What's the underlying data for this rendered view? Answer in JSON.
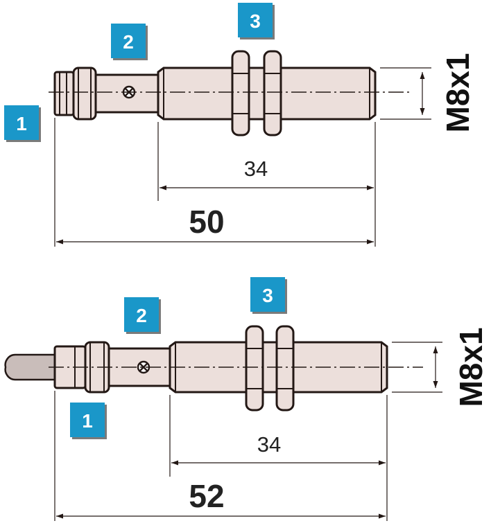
{
  "colors": {
    "badge_fill": "#1a97c9",
    "badge_shadow": "#7a7a7a",
    "body_fill": "#ecdfdb",
    "outline": "#231815",
    "dimension_line": "#231815",
    "cable_fill": "#c9bdba"
  },
  "sensors": [
    {
      "connection": "plug",
      "badges": {
        "connector": "1",
        "body": "2",
        "nuts": "3"
      },
      "thread_size": "M8x1",
      "thread_length": "34",
      "total_length": "50"
    },
    {
      "connection": "cable",
      "badges": {
        "connector": "1",
        "body": "2",
        "nuts": "3"
      },
      "thread_size": "M8x1",
      "thread_length": "34",
      "total_length": "52"
    }
  ]
}
